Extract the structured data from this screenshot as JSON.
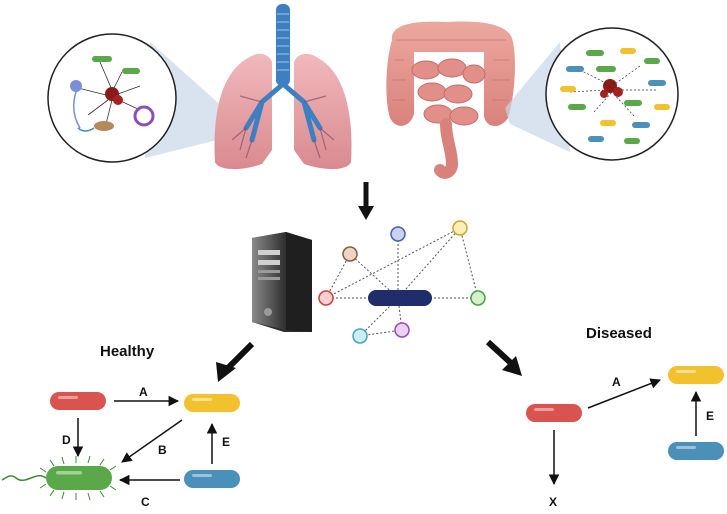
{
  "healthy_section": {
    "title": "Healthy",
    "edges": [
      {
        "label": "A",
        "from": "red-bacterium",
        "to": "yellow-bacterium"
      },
      {
        "label": "B",
        "from": "yellow-bacterium",
        "to": "green-flagellated-bacterium"
      },
      {
        "label": "C",
        "from": "blue-bacterium",
        "to": "green-flagellated-bacterium"
      },
      {
        "label": "D",
        "from": "red-bacterium",
        "to": "green-flagellated-bacterium"
      },
      {
        "label": "E",
        "from": "blue-bacterium",
        "to": "yellow-bacterium"
      }
    ]
  },
  "diseased_section": {
    "title": "Diseased",
    "edges": [
      {
        "label": "A",
        "from": "red-bacterium",
        "to": "yellow-bacterium"
      },
      {
        "label": "E",
        "from": "blue-bacterium",
        "to": "yellow-bacterium"
      }
    ],
    "outcome_label": "X"
  },
  "colors": {
    "red_bacterium": "#d9534f",
    "yellow_bacterium": "#f2c12e",
    "blue_bacterium": "#4a90b8",
    "green_bacterium": "#5aa84a",
    "network_hub": "#1f2d6b",
    "lung": "#e8a3a8",
    "trachea": "#3d7fc1",
    "intestine": "#e79a94",
    "computer": "#3a3a3a"
  },
  "icons": [
    "lungs-illustration",
    "intestine-illustration",
    "computer-tower-icon",
    "microbiome-zoom-lung",
    "microbiome-zoom-gut",
    "network-graph"
  ]
}
